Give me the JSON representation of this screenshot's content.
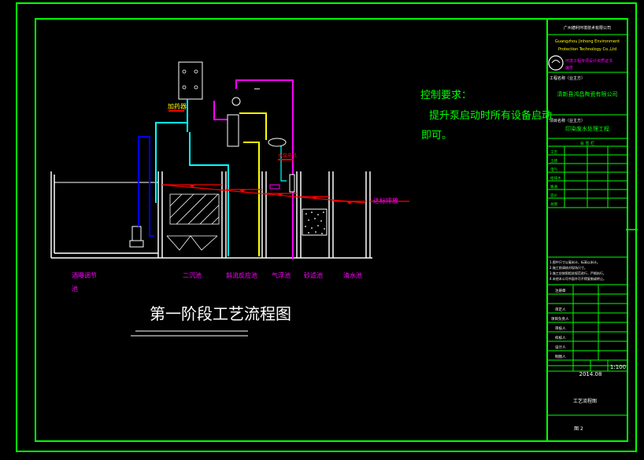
{
  "diagram": {
    "title": "第一阶段工艺流程图",
    "control": {
      "heading": "控制要求：",
      "line1": "提升泵启动时所有设备启动",
      "line2": "即可。"
    },
    "tanks": {
      "t1": "酒曝调节",
      "t1b": "池",
      "t2": "二沉池",
      "t3": "斜流反应池",
      "t4": "气浮池",
      "t5": "砂滤池",
      "t6": "清水池"
    },
    "labels": {
      "dosing": "加药器",
      "discharge": "达标排放",
      "pump_note": "水泵电机"
    }
  },
  "title_block": {
    "company_cn": "广州德利环境技术有限公司",
    "company_en1": "Guangzhou Jinhong Environment",
    "company_en2": "Protection Technology Co.,Ltd",
    "cert": "环境工程专项设计资质证书",
    "cert2": "编号",
    "owner_label": "工程名称（业主方）",
    "owner": "清新县鸿昌陶瓷有限公司",
    "project_label": "项目名称（业主方）",
    "project": "印染废水处理工程",
    "sign_header": "会 签 栏",
    "sign_rows": [
      "工艺",
      "土建",
      "电气",
      "给排水",
      "暖通",
      "造价",
      "总图"
    ],
    "notes": [
      "1.图中尺寸以毫米计，标高以米计。",
      "2.施工前请核对现场尺寸。",
      "3.施工应按照相关规范进行，严格执行。",
      "4.未经本公司书面许可不得复制或转让。"
    ],
    "stamp_label": "注册章",
    "role_rows": [
      "审定人",
      "项目负责人",
      "审核人",
      "校核人",
      "设计人",
      "制图人"
    ],
    "scale": "1:100",
    "date": "2014.08",
    "drawing_name": "工艺流程图",
    "sheet": "图 2"
  }
}
